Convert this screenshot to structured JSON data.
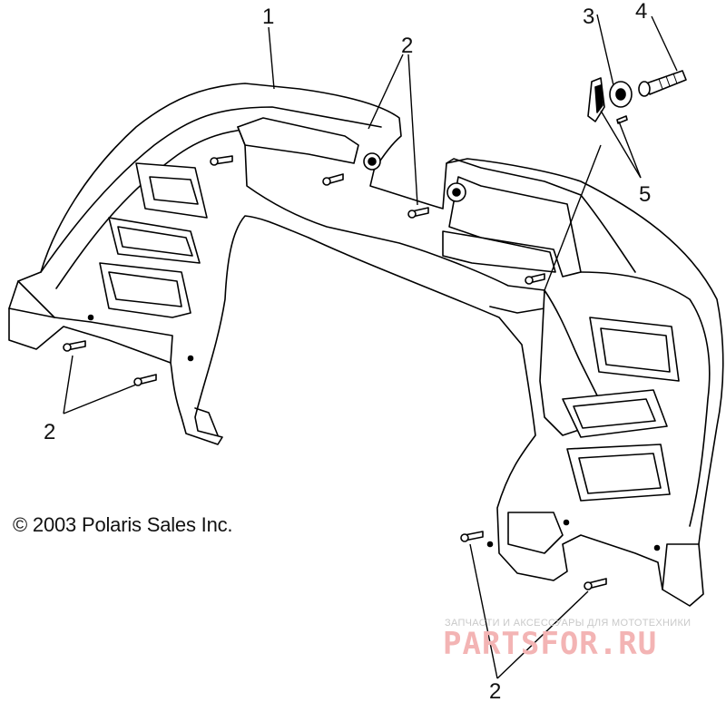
{
  "diagram": {
    "callouts": {
      "body_panel": "1",
      "fasteners_top": "2",
      "fasteners_left": "2",
      "fasteners_bottom": "2",
      "washer_part": "3",
      "bolt_part": "4",
      "clip_parts": "5"
    },
    "copyright": "© 2003 Polaris Sales Inc.",
    "watermark": {
      "tagline": "ЗАПЧАСТИ И АКСЕССУАРЫ ДЛЯ МОТОТЕХНИКИ",
      "brand": "PARTSFOR.RU"
    }
  }
}
